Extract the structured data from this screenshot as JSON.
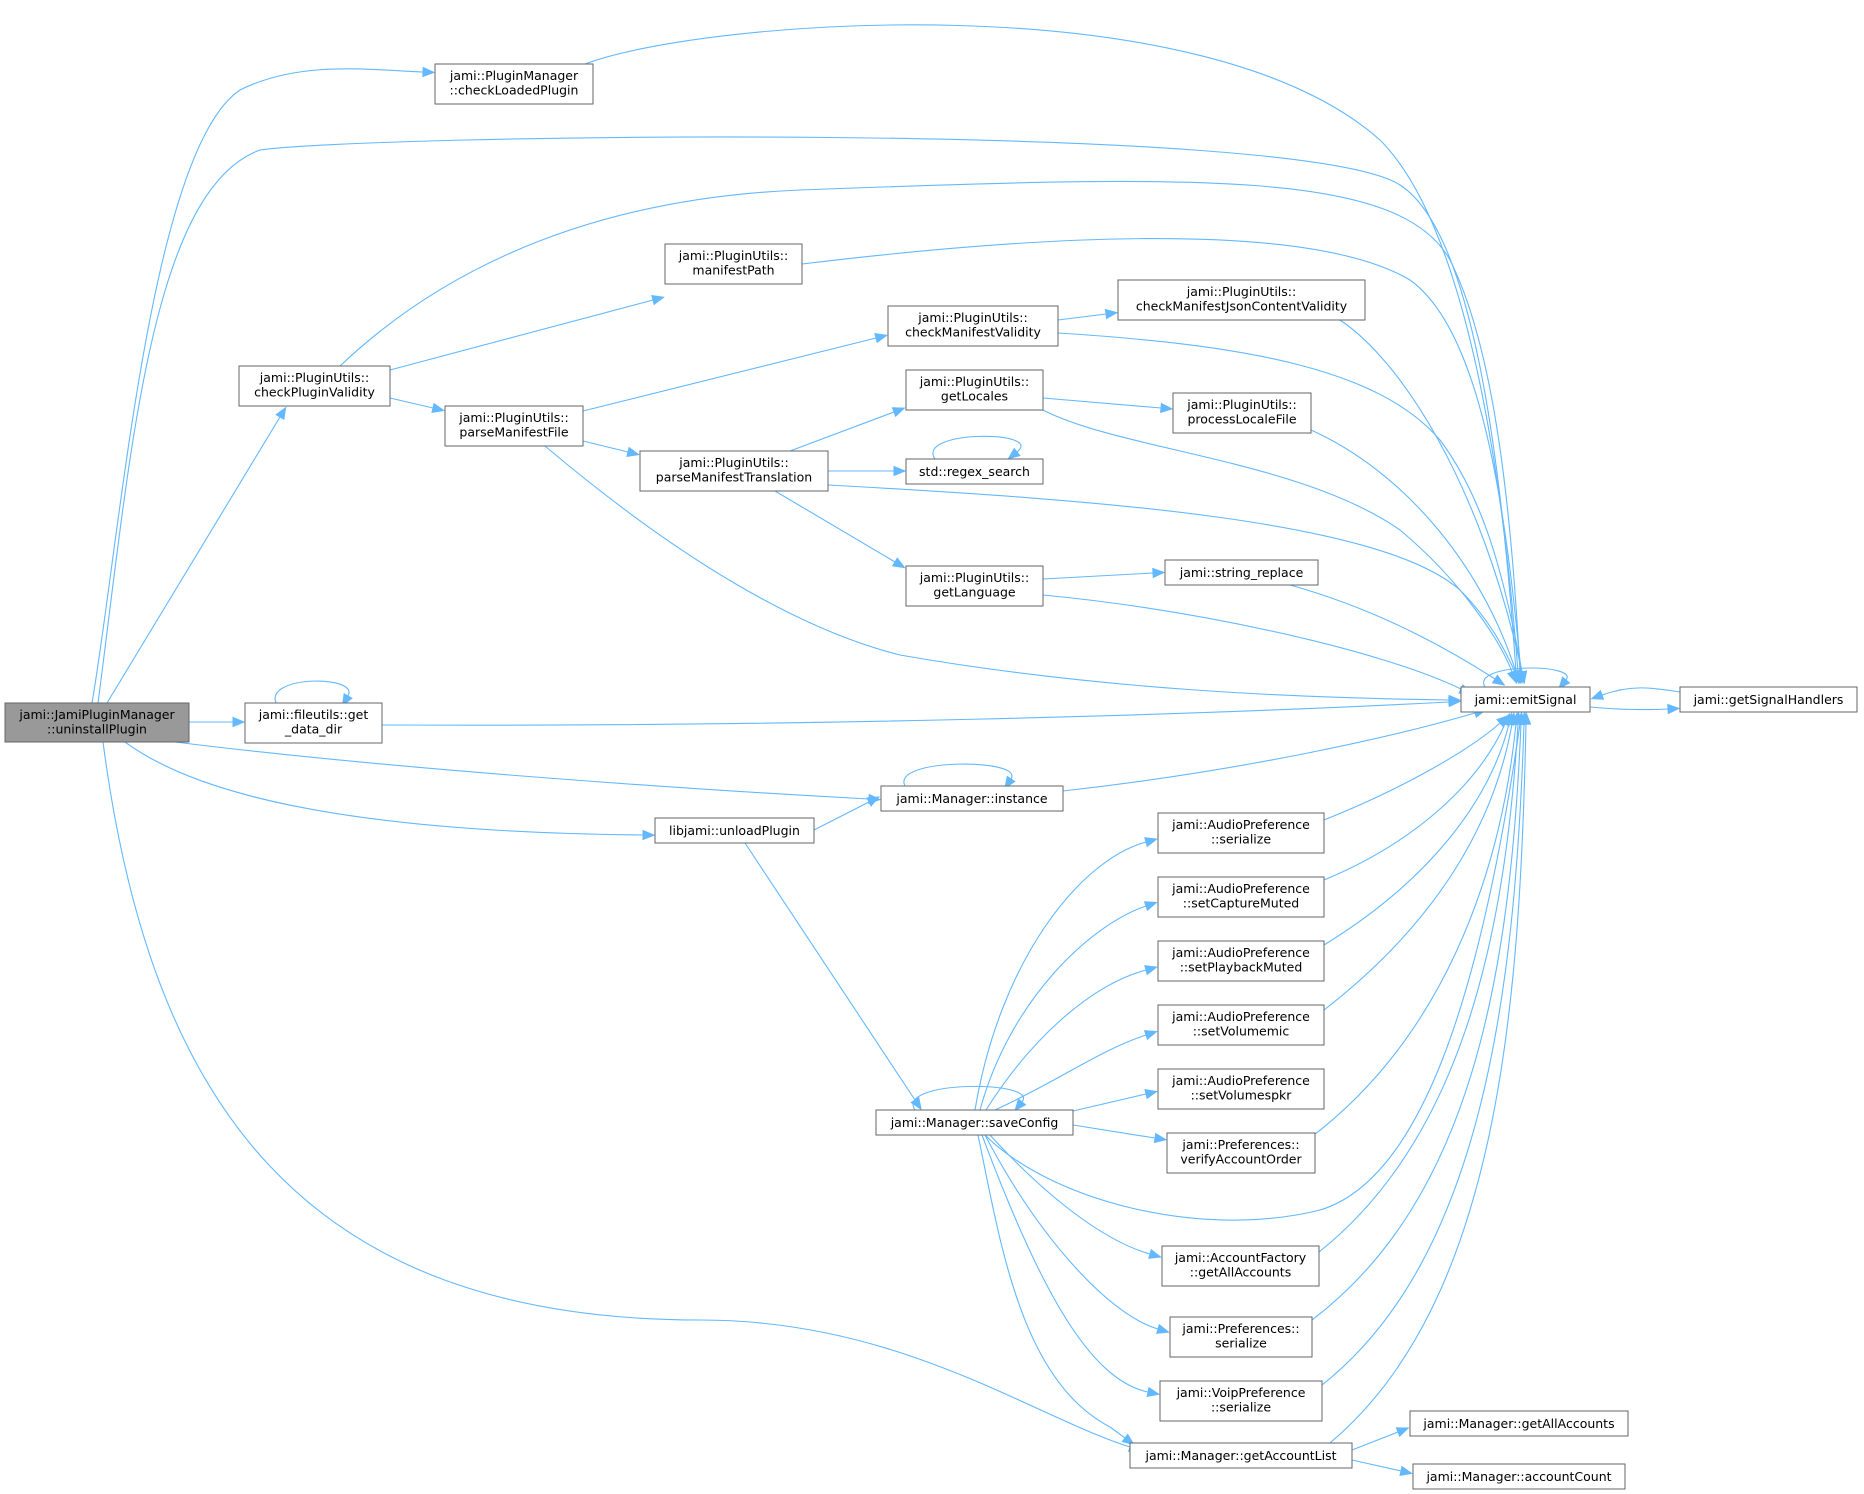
{
  "graph": {
    "nodes": [
      {
        "id": "uninstall",
        "lines": [
          "jami::JamiPluginManager",
          "::uninstallPlugin"
        ],
        "root": true
      },
      {
        "id": "checkLoaded",
        "lines": [
          "jami::PluginManager",
          "::checkLoadedPlugin"
        ]
      },
      {
        "id": "checkValidity",
        "lines": [
          "jami::PluginUtils::",
          "checkPluginValidity"
        ]
      },
      {
        "id": "manifestPath",
        "lines": [
          "jami::PluginUtils::",
          "manifestPath"
        ]
      },
      {
        "id": "parseManifest",
        "lines": [
          "jami::PluginUtils::",
          "parseManifestFile"
        ]
      },
      {
        "id": "checkManifestValidity",
        "lines": [
          "jami::PluginUtils::",
          "checkManifestValidity"
        ]
      },
      {
        "id": "checkJson",
        "lines": [
          "jami::PluginUtils::",
          "checkManifestJsonContentValidity"
        ]
      },
      {
        "id": "getLocales",
        "lines": [
          "jami::PluginUtils::",
          "getLocales"
        ]
      },
      {
        "id": "processLocale",
        "lines": [
          "jami::PluginUtils::",
          "processLocaleFile"
        ]
      },
      {
        "id": "parseTranslation",
        "lines": [
          "jami::PluginUtils::",
          "parseManifestTranslation"
        ]
      },
      {
        "id": "regex",
        "lines": [
          "std::regex_search"
        ]
      },
      {
        "id": "getLanguage",
        "lines": [
          "jami::PluginUtils::",
          "getLanguage"
        ]
      },
      {
        "id": "stringReplace",
        "lines": [
          "jami::string_replace"
        ]
      },
      {
        "id": "getDataDir",
        "lines": [
          "jami::fileutils::get",
          "_data_dir"
        ]
      },
      {
        "id": "emitSignal",
        "lines": [
          "jami::emitSignal"
        ]
      },
      {
        "id": "getSignalHandlers",
        "lines": [
          "jami::getSignalHandlers"
        ]
      },
      {
        "id": "instance",
        "lines": [
          "jami::Manager::instance"
        ]
      },
      {
        "id": "unloadPlugin",
        "lines": [
          "libjami::unloadPlugin"
        ]
      },
      {
        "id": "apSerialize",
        "lines": [
          "jami::AudioPreference",
          "::serialize"
        ]
      },
      {
        "id": "apCapture",
        "lines": [
          "jami::AudioPreference",
          "::setCaptureMuted"
        ]
      },
      {
        "id": "apPlayback",
        "lines": [
          "jami::AudioPreference",
          "::setPlaybackMuted"
        ]
      },
      {
        "id": "apVolMic",
        "lines": [
          "jami::AudioPreference",
          "::setVolumemic"
        ]
      },
      {
        "id": "apVolSpkr",
        "lines": [
          "jami::AudioPreference",
          "::setVolumespkr"
        ]
      },
      {
        "id": "saveConfig",
        "lines": [
          "jami::Manager::saveConfig"
        ]
      },
      {
        "id": "verifyOrder",
        "lines": [
          "jami::Preferences::",
          "verifyAccountOrder"
        ]
      },
      {
        "id": "afAll",
        "lines": [
          "jami::AccountFactory",
          "::getAllAccounts"
        ]
      },
      {
        "id": "prefSerialize",
        "lines": [
          "jami::Preferences::",
          "serialize"
        ]
      },
      {
        "id": "voipSerialize",
        "lines": [
          "jami::VoipPreference",
          "::serialize"
        ]
      },
      {
        "id": "accountList",
        "lines": [
          "jami::Manager::getAccountList"
        ]
      },
      {
        "id": "mgrAll",
        "lines": [
          "jami::Manager::getAllAccounts"
        ]
      },
      {
        "id": "accountCount",
        "lines": [
          "jami::Manager::accountCount"
        ]
      }
    ],
    "edges": [
      [
        "uninstall",
        "checkLoaded"
      ],
      [
        "uninstall",
        "emitSignal"
      ],
      [
        "uninstall",
        "checkValidity"
      ],
      [
        "uninstall",
        "getDataDir"
      ],
      [
        "uninstall",
        "instance"
      ],
      [
        "uninstall",
        "unloadPlugin"
      ],
      [
        "uninstall",
        "accountList"
      ],
      [
        "checkLoaded",
        "emitSignal"
      ],
      [
        "checkValidity",
        "emitSignal"
      ],
      [
        "checkValidity",
        "manifestPath"
      ],
      [
        "checkValidity",
        "parseManifest"
      ],
      [
        "manifestPath",
        "emitSignal"
      ],
      [
        "parseManifest",
        "checkManifestValidity"
      ],
      [
        "parseManifest",
        "parseTranslation"
      ],
      [
        "parseManifest",
        "emitSignal"
      ],
      [
        "checkManifestValidity",
        "checkJson"
      ],
      [
        "checkManifestValidity",
        "emitSignal"
      ],
      [
        "checkJson",
        "emitSignal"
      ],
      [
        "parseTranslation",
        "getLocales"
      ],
      [
        "parseTranslation",
        "regex"
      ],
      [
        "parseTranslation",
        "emitSignal"
      ],
      [
        "parseTranslation",
        "getLanguage"
      ],
      [
        "getLocales",
        "processLocale"
      ],
      [
        "getLocales",
        "emitSignal"
      ],
      [
        "processLocale",
        "emitSignal"
      ],
      [
        "regex",
        "regex"
      ],
      [
        "getLanguage",
        "stringReplace"
      ],
      [
        "getLanguage",
        "emitSignal"
      ],
      [
        "stringReplace",
        "emitSignal"
      ],
      [
        "getDataDir",
        "getDataDir"
      ],
      [
        "getDataDir",
        "emitSignal"
      ],
      [
        "emitSignal",
        "emitSignal"
      ],
      [
        "emitSignal",
        "getSignalHandlers"
      ],
      [
        "getSignalHandlers",
        "emitSignal"
      ],
      [
        "instance",
        "instance"
      ],
      [
        "instance",
        "emitSignal"
      ],
      [
        "unloadPlugin",
        "instance"
      ],
      [
        "unloadPlugin",
        "saveConfig"
      ],
      [
        "saveConfig",
        "saveConfig"
      ],
      [
        "saveConfig",
        "apSerialize"
      ],
      [
        "saveConfig",
        "apCapture"
      ],
      [
        "saveConfig",
        "apPlayback"
      ],
      [
        "saveConfig",
        "apVolMic"
      ],
      [
        "saveConfig",
        "apVolSpkr"
      ],
      [
        "saveConfig",
        "verifyOrder"
      ],
      [
        "saveConfig",
        "emitSignal"
      ],
      [
        "saveConfig",
        "afAll"
      ],
      [
        "saveConfig",
        "prefSerialize"
      ],
      [
        "saveConfig",
        "voipSerialize"
      ],
      [
        "saveConfig",
        "accountList"
      ],
      [
        "apSerialize",
        "emitSignal"
      ],
      [
        "apCapture",
        "emitSignal"
      ],
      [
        "apPlayback",
        "emitSignal"
      ],
      [
        "apVolMic",
        "emitSignal"
      ],
      [
        "verifyOrder",
        "emitSignal"
      ],
      [
        "afAll",
        "emitSignal"
      ],
      [
        "prefSerialize",
        "emitSignal"
      ],
      [
        "voipSerialize",
        "emitSignal"
      ],
      [
        "accountList",
        "emitSignal"
      ],
      [
        "accountList",
        "mgrAll"
      ],
      [
        "accountList",
        "accountCount"
      ]
    ]
  }
}
